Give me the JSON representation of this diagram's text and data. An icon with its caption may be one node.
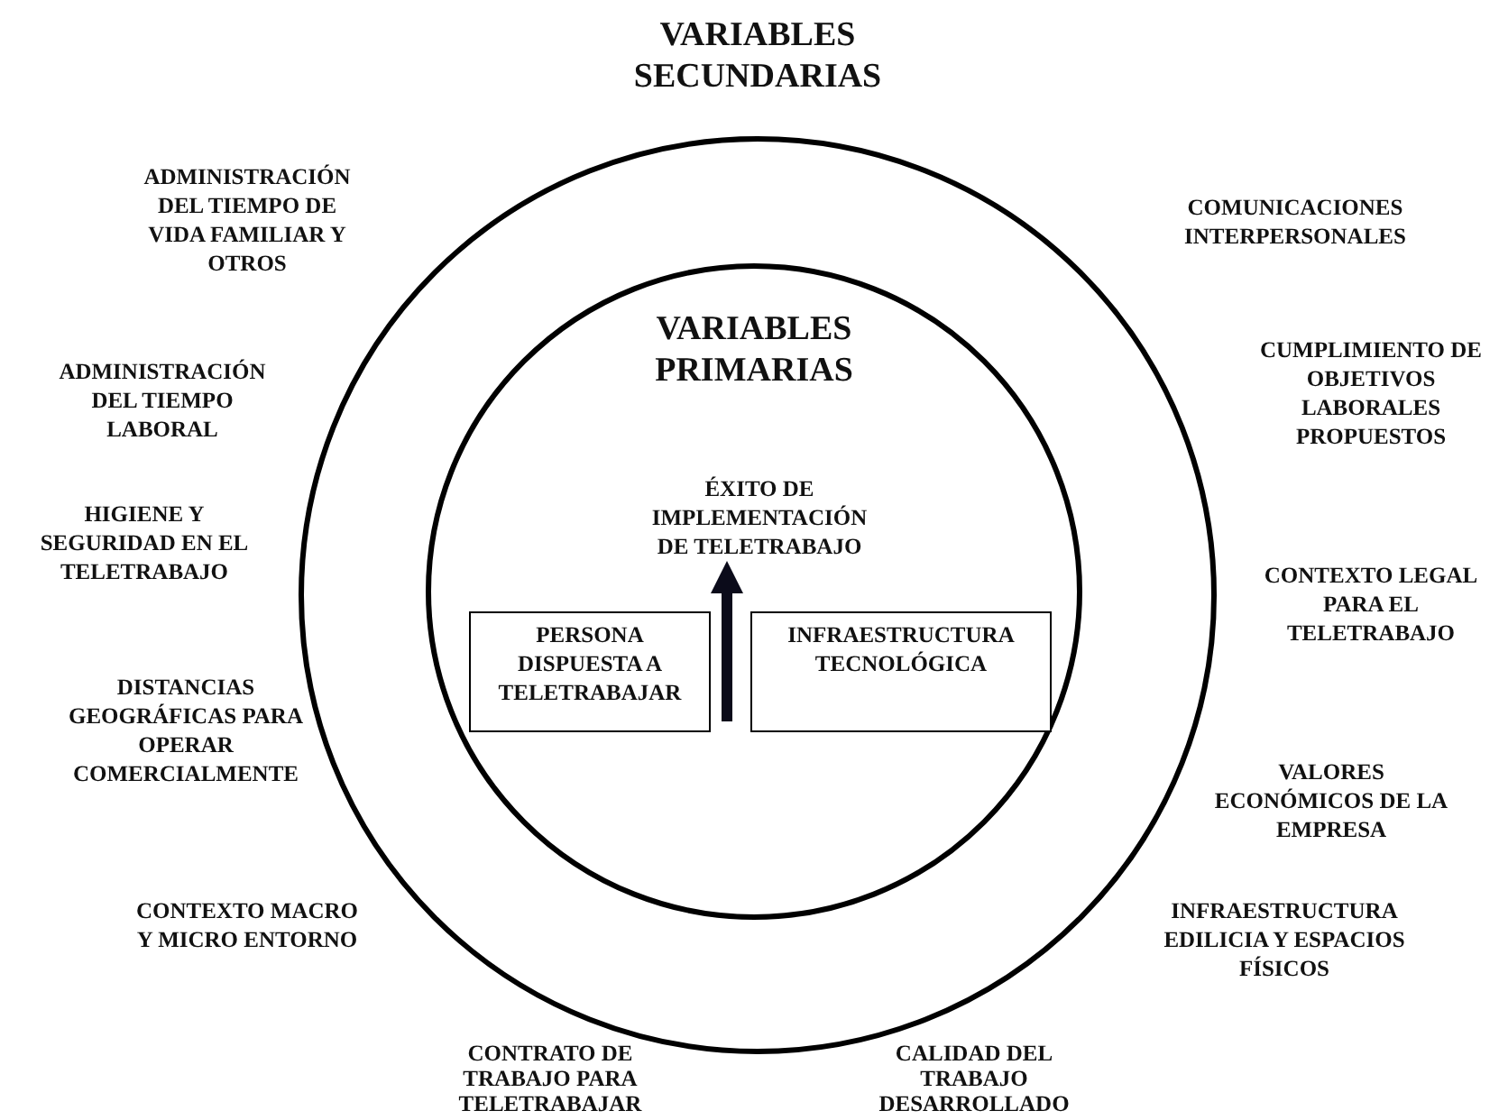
{
  "diagram": {
    "nodes": [
      {
        "text": [
          "VARIABLES SECUNDARIAS"
        ]
      },
      {
        "text": [
          "VARIABLES PRIMARIAS"
        ],
        "in": 0
      },
      {
        "text": [
          "ÉXITO DE IMPLEMENTACIÓN DE TELETRABAJO"
        ],
        "in": 1
      },
      {
        "text": [
          "PERSONA DISPUESTA A TELETRABAJAR"
        ],
        "in": 1
      },
      {
        "text": [
          "INFRAESTRUCTURA TECNOLÓGICA"
        ],
        "in": 1
      }
    ],
    "edges": [
      {
        "from": 3,
        "to": 2,
        "arrow": "to"
      }
    ],
    "labels": [
      "ADMINISTRACIÓN DEL TIEMPO DE VIDA FAMILIAR Y OTROS",
      "COMUNICACIONES INTERPERSONALES",
      "CUMPLIMIENTO DE OBJETIVOS LABORALES PROPUESTOS",
      "ADMINISTRACIÓN DEL TIEMPO LABORAL",
      "HIGIENE Y SEGURIDAD EN EL TELETRABAJO",
      "CONTEXTO LEGAL PARA EL TELETRABAJO",
      "DISTANCIAS GEOGRÁFICAS PARA OPERAR COMERCIALMENTE",
      "VALORES ECONÓMICOS DE LA EMPRESA",
      "CONTEXTO MACRO Y MICRO ENTORNO",
      "INFRAESTRUCTURA EDILICIA Y ESPACIOS FÍSICOS",
      "CONTRATO DE TRABAJO PARA TELETRABAJAR",
      "CALIDAD DEL TRABAJO DESARROLLADO"
    ]
  }
}
